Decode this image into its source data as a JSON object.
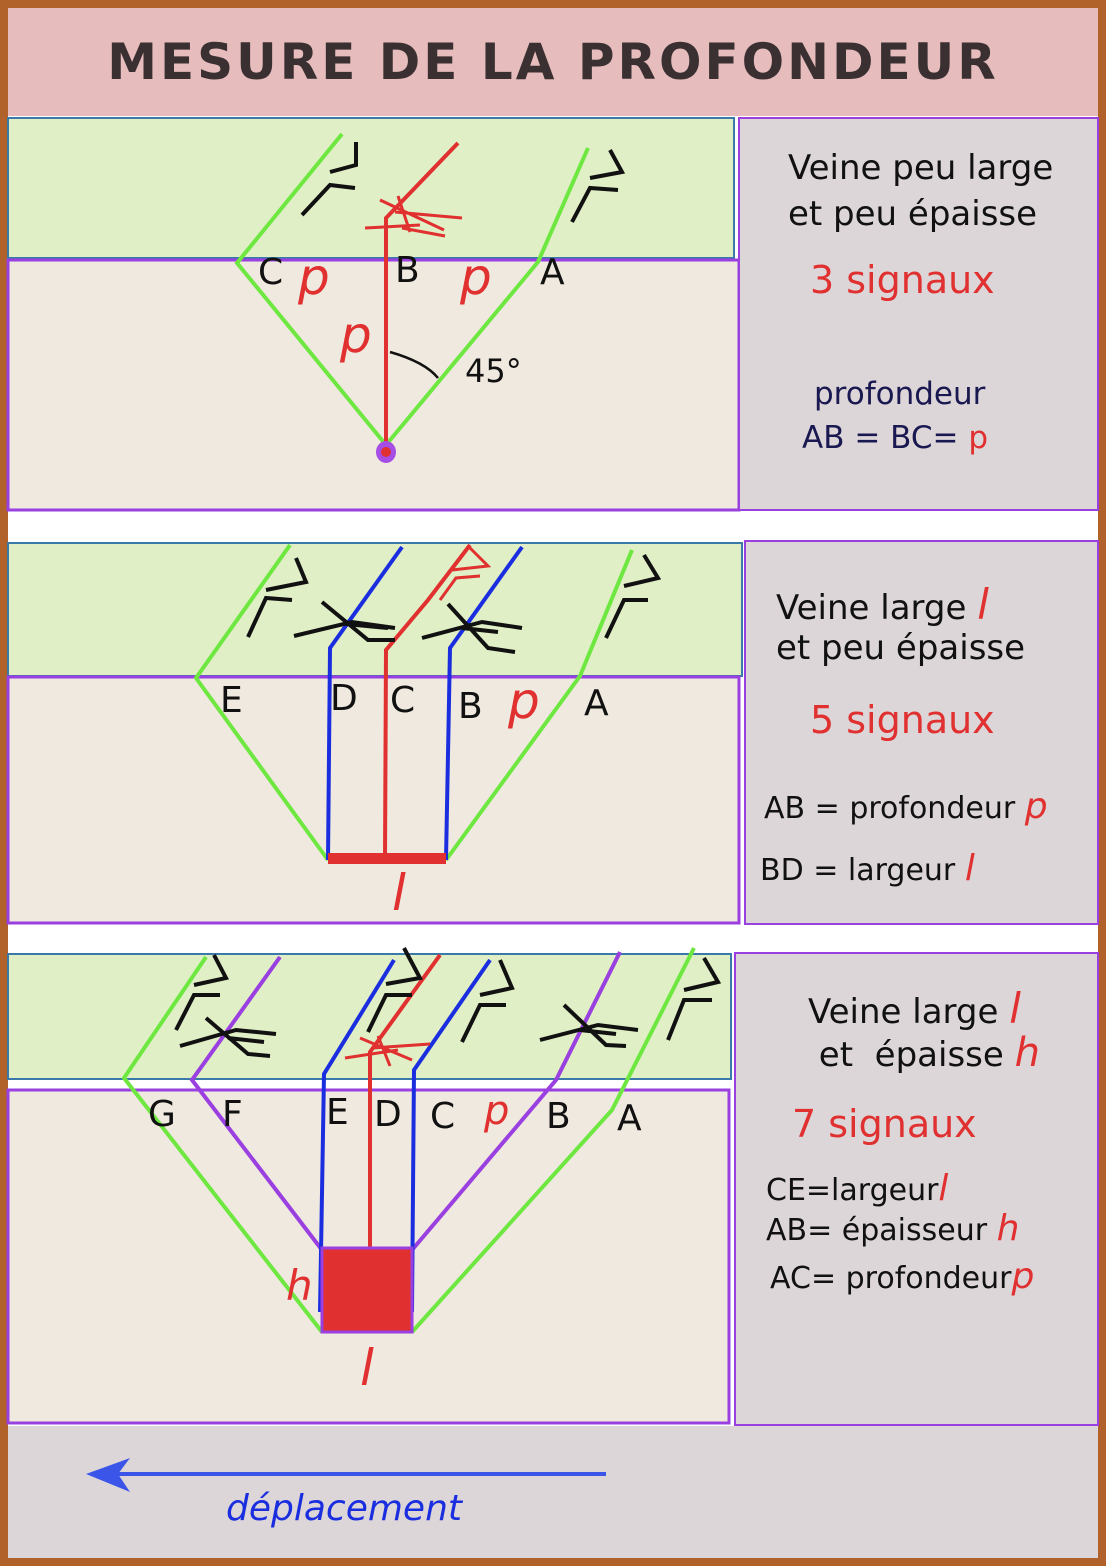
{
  "title": "MESURE DE LA PROFONDEUR",
  "colors": {
    "frame": "#b0622a",
    "title_bg": "#e6bcbc",
    "surface": "#e0efc6",
    "ground": "#f0e9df",
    "side": "#dcd6d8",
    "border": "#9a3fe0",
    "green": "#6ee840",
    "red": "#e03030",
    "blue": "#1a2ee0",
    "purple": "#9a3fe0",
    "arrow": "#3a55e8"
  },
  "panel1": {
    "line1": "Veine peu large",
    "line2": "et peu épaisse",
    "signals": "3 signaux",
    "formula_label": "profondeur",
    "formula": "AB = BC=",
    "formula_var": "p",
    "points": {
      "c": "C",
      "b": "B",
      "a": "A"
    },
    "p_label": "p",
    "angle": "45°"
  },
  "panel2": {
    "line1": "Veine  large",
    "line1_var": "l",
    "line2": "et peu épaisse",
    "signals": "5 signaux",
    "f1": "AB = profondeur",
    "f1_var": "p",
    "f2": "BD = largeur",
    "f2_var": "l",
    "points": {
      "e": "E",
      "d": "D",
      "c": "C",
      "b": "B",
      "a": "A"
    },
    "p_label": "p",
    "l_label": "l"
  },
  "panel3": {
    "line1": "Veine  large",
    "line1_var": "l",
    "line2": " et  épaisse",
    "line2_var": "h",
    "signals": "7 signaux",
    "f1": "CE=largeur",
    "f1_var": "l",
    "f2": "AB= épaisseur",
    "f2_var": "h",
    "f3": "AC= profondeur",
    "f3_var": "p",
    "points": {
      "g": "G",
      "f": "F",
      "e": "E",
      "d": "D",
      "c": "C",
      "b": "B",
      "a": "A"
    },
    "p_label": "p",
    "h_label": "h",
    "l_label": "l"
  },
  "footer": {
    "label": "déplacement"
  }
}
